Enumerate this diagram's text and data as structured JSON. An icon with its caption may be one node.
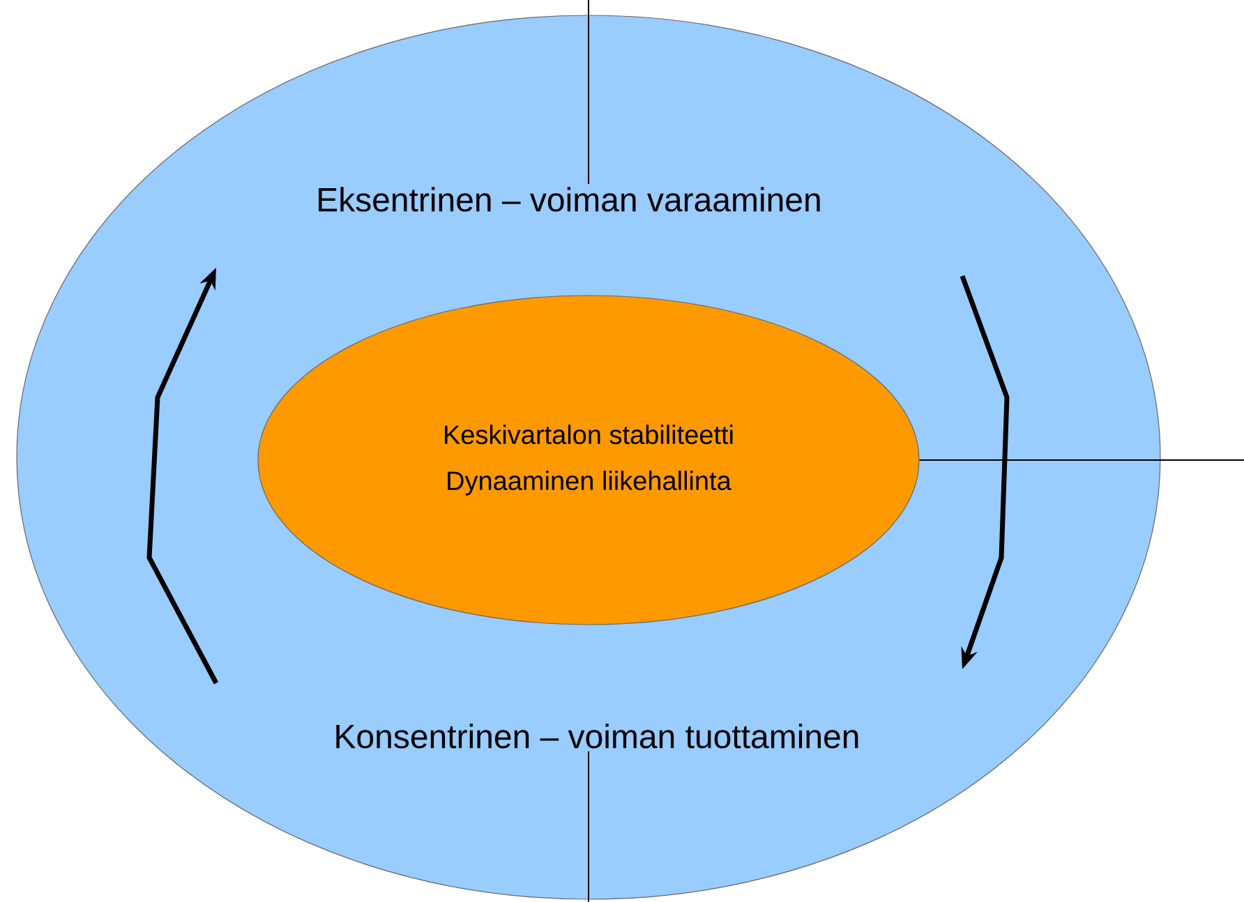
{
  "diagram": {
    "nodes": [
      {
        "text": [],
        "shape": "ellipse"
      },
      {
        "text": [
          "Eksentrinen – voiman varaaminen"
        ],
        "in": 0
      },
      {
        "text": [
          "Konsentrinen – voiman tuottaminen"
        ],
        "in": 0
      },
      {
        "text": [
          "Keskivartalon stabiliteetti",
          "Dynaaminen liikehallinta"
        ],
        "in": 0
      }
    ]
  }
}
